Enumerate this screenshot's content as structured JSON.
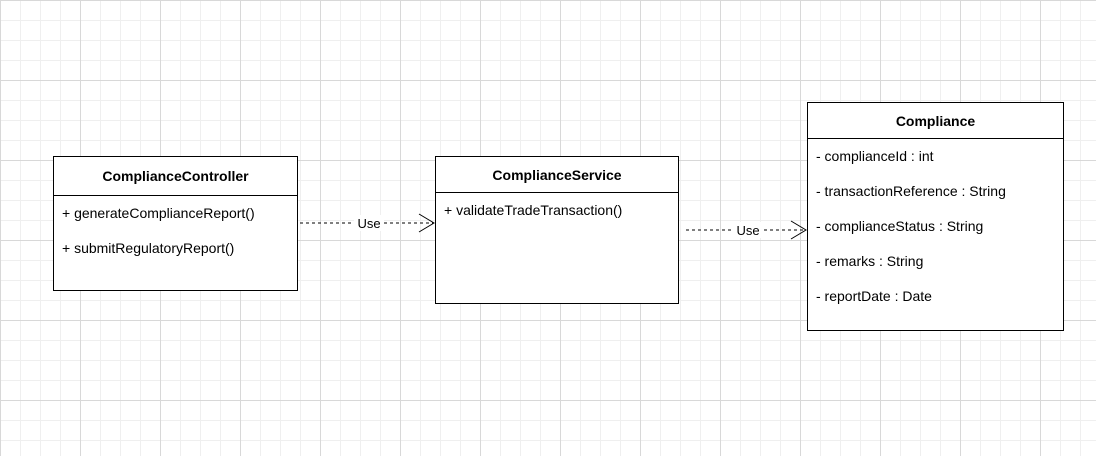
{
  "classes": {
    "controller": {
      "name": "ComplianceController",
      "operations": [
        "+ generateComplianceReport()",
        "+ submitRegulatoryReport()"
      ]
    },
    "service": {
      "name": "ComplianceService",
      "operations": [
        "+ validateTradeTransaction()"
      ]
    },
    "compliance": {
      "name": "Compliance",
      "attributes": [
        "- complianceId : int",
        "- transactionReference : String",
        "- complianceStatus : String",
        "- remarks : String",
        "- reportDate : Date"
      ]
    }
  },
  "relations": [
    {
      "from": "ComplianceController",
      "to": "ComplianceService",
      "label": "Use",
      "style": "dashed-open-arrow"
    },
    {
      "from": "ComplianceService",
      "to": "Compliance",
      "label": "Use",
      "style": "dashed-open-arrow"
    }
  ],
  "colors": {
    "stroke": "#000000",
    "fill": "#ffffff",
    "grid": "#d8d8d8"
  }
}
